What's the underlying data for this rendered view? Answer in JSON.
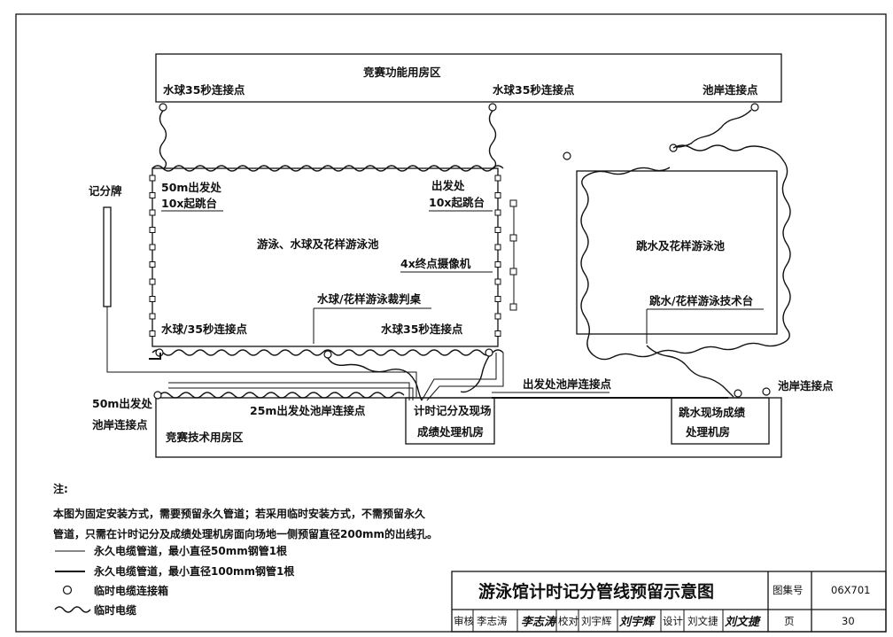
{
  "labels": {
    "competition_rooms": "竞赛功能用房区",
    "waterpolo_35s_left": "水球35秒连接点",
    "waterpolo_35s_right": "水球35秒连接点",
    "poolside_point_top": "池岸连接点",
    "scoreboard": "记分牌",
    "start_50m_line1": "50m出发处",
    "start_10x_left": "10x起跳台",
    "start_line1": "出发处",
    "start_10x_right": "10x起跳台",
    "swimming_pool": "游泳、水球及花样游泳池",
    "camera": "4x终点摄像机",
    "judge_table": "水球/花样游泳裁判桌",
    "waterpolo_35s_bottom_left": "水球/35秒连接点",
    "waterpolo_35s_bottom_right": "水球35秒连接点",
    "diving_pool": "跳水及花样游泳池",
    "diving_tech_table": "跳水/花样游泳技术台",
    "start_poolside_point": "出发处池岸连接点",
    "poolside_point_right": "池岸连接点",
    "start_50m_poolside_line1": "50m出发处",
    "start_50m_poolside_line2": "池岸连接点",
    "start_25m_poolside": "25m出发处池岸连接点",
    "tech_rooms": "竞赛技术用房区",
    "timing_room_line1": "计时记分及现场",
    "timing_room_line2": "成绩处理机房",
    "diving_room_line1": "跳水现场成绩",
    "diving_room_line2": "处理机房"
  },
  "notes": {
    "heading": "注:",
    "line1": "本图为固定安装方式，需要预留永久管道；若采用临时安装方式，不需预留永久",
    "line2": "管道，只需在计时记分及成绩处理机房面向场地一侧预留直径200mm的出线孔。",
    "legend": [
      {
        "symbol": "thin-line",
        "text": "永久电缆管道，最小直径50mm钢管1根"
      },
      {
        "symbol": "thick-line",
        "text": "永久电缆管道，最小直径100mm钢管1根"
      },
      {
        "symbol": "circle",
        "text": "临时电缆连接箱"
      },
      {
        "symbol": "wave",
        "text": "临时电缆"
      }
    ]
  },
  "title_block": {
    "title": "游泳馆计时记分管线预留示意图",
    "atlas_no_label": "图集号",
    "atlas_no": "06X701",
    "review_label": "审核",
    "reviewer": "李志涛",
    "check_label": "校对",
    "checker": "刘宇辉",
    "design_label": "设计",
    "designer": "刘文捷",
    "page_label": "页",
    "page": "30"
  }
}
